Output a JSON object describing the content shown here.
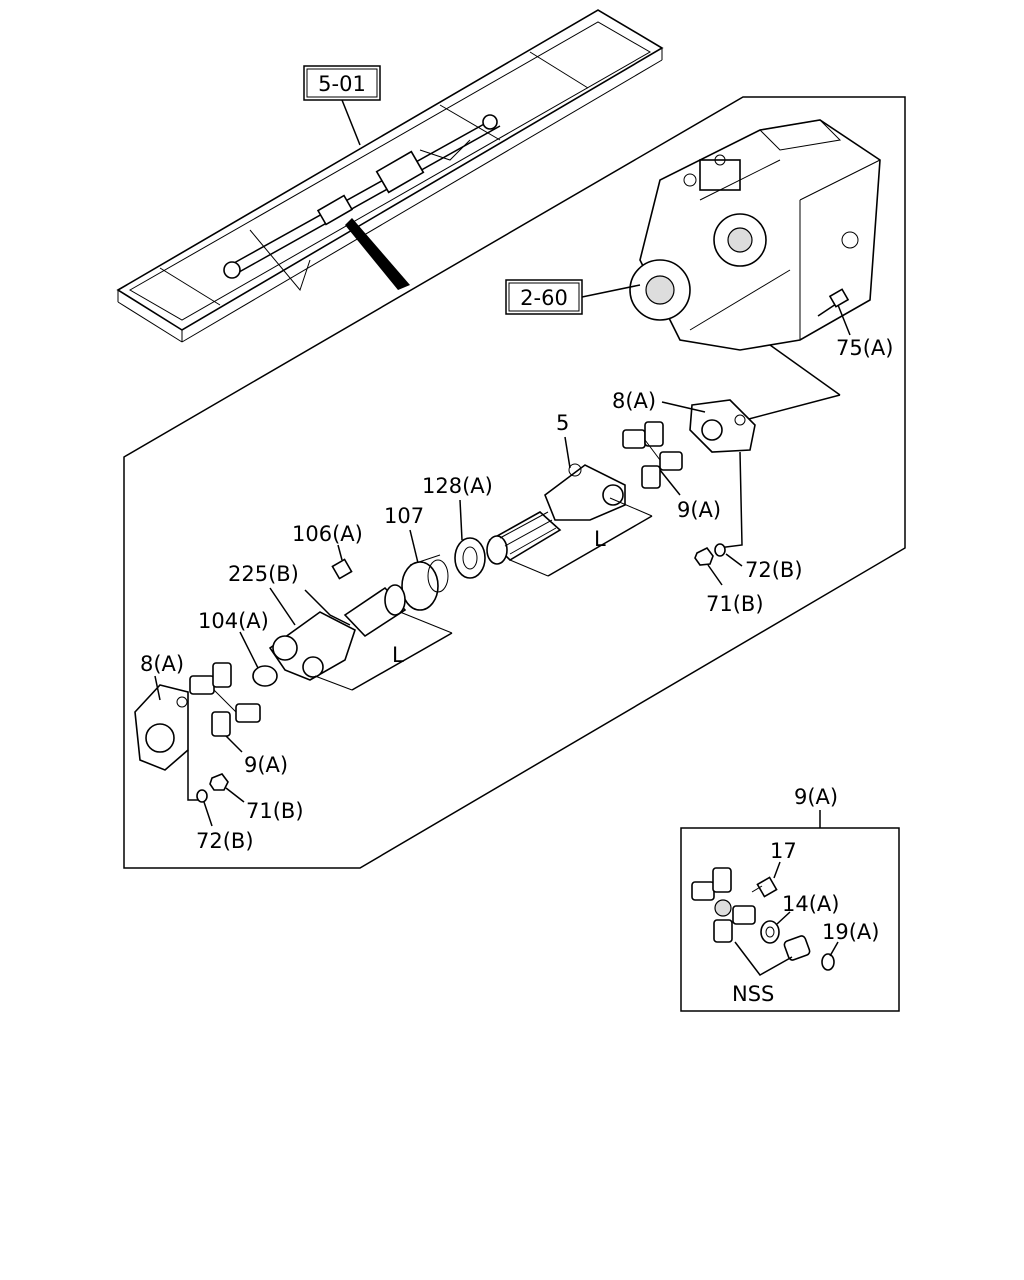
{
  "refs": {
    "r501": "5-01",
    "r260": "2-60"
  },
  "labels": {
    "l75A": "75(A)",
    "l8A_top": "8(A)",
    "l5": "5",
    "l128A": "128(A)",
    "l9A_mid": "9(A)",
    "l107": "107",
    "l106A": "106(A)",
    "lL_upper": "L",
    "l225B": "225(B)",
    "l72B_right": "72(B)",
    "l71B_right": "71(B)",
    "l104A": "104(A)",
    "lL_lower": "L",
    "l8A_left": "8(A)",
    "l9A_lower": "9(A)",
    "l71B_left": "71(B)",
    "l72B_left": "72(B)"
  },
  "inset": {
    "title": "9(A)",
    "l17": "17",
    "l14A": "14(A)",
    "l19A": "19(A)",
    "lNSS": "NSS"
  }
}
